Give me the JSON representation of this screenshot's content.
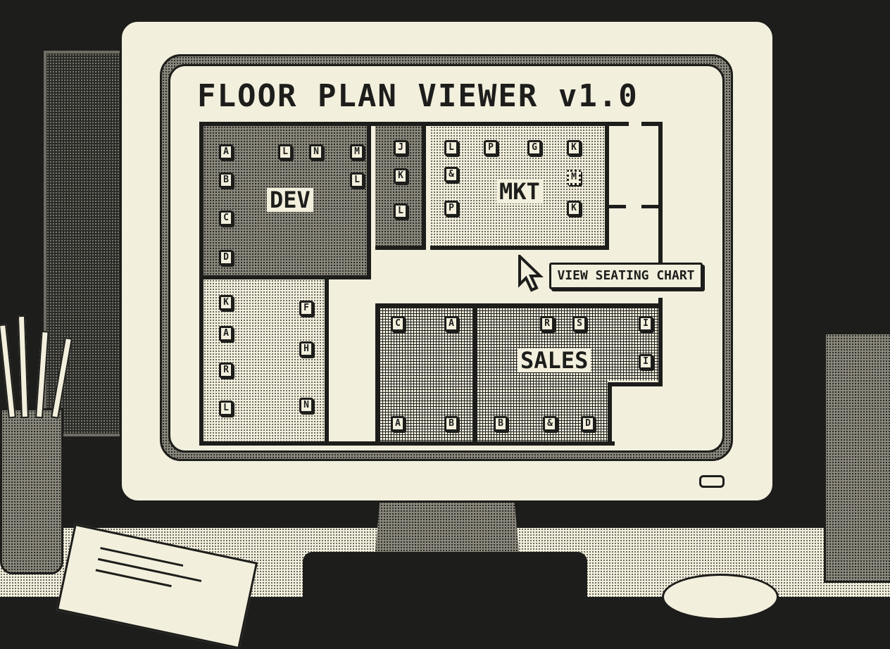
{
  "app": {
    "title": "FLOOR PLAN VIEWER v1.0"
  },
  "rooms": {
    "dev": {
      "label": "DEV",
      "desks": [
        "A",
        "L",
        "N",
        "M",
        "B",
        "L",
        "C",
        "D"
      ]
    },
    "dev_annex": {
      "desks": [
        "J",
        "K",
        "L"
      ]
    },
    "mkt": {
      "label": "MKT",
      "desks": [
        "L",
        "P",
        "G",
        "K",
        "&",
        "M",
        "P",
        "K"
      ]
    },
    "lower_left": {
      "desks": [
        "K",
        "F",
        "A",
        "H",
        "R",
        "L",
        "N"
      ]
    },
    "sales_west": {
      "desks": [
        "C",
        "A",
        "A",
        "B"
      ]
    },
    "sales": {
      "label": "SALES",
      "desks": [
        "R",
        "S",
        "I",
        "I",
        "B",
        "&",
        "D"
      ]
    }
  },
  "tooltip": {
    "text": "VIEW SEATING CHART"
  },
  "icons": {
    "cursor": "arrow-cursor-icon"
  },
  "colors": {
    "ink": "#1d1d1b",
    "paper": "#f2efdd"
  }
}
